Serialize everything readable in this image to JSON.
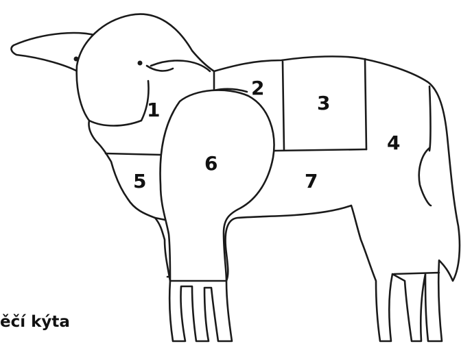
{
  "diagram": {
    "regions": [
      {
        "id": "1",
        "label": "1"
      },
      {
        "id": "2",
        "label": "2"
      },
      {
        "id": "3",
        "label": "3"
      },
      {
        "id": "4",
        "label": "4"
      },
      {
        "id": "5",
        "label": "5"
      },
      {
        "id": "6",
        "label": "6"
      },
      {
        "id": "7",
        "label": "7"
      }
    ],
    "caption": "ěčí kýta"
  }
}
